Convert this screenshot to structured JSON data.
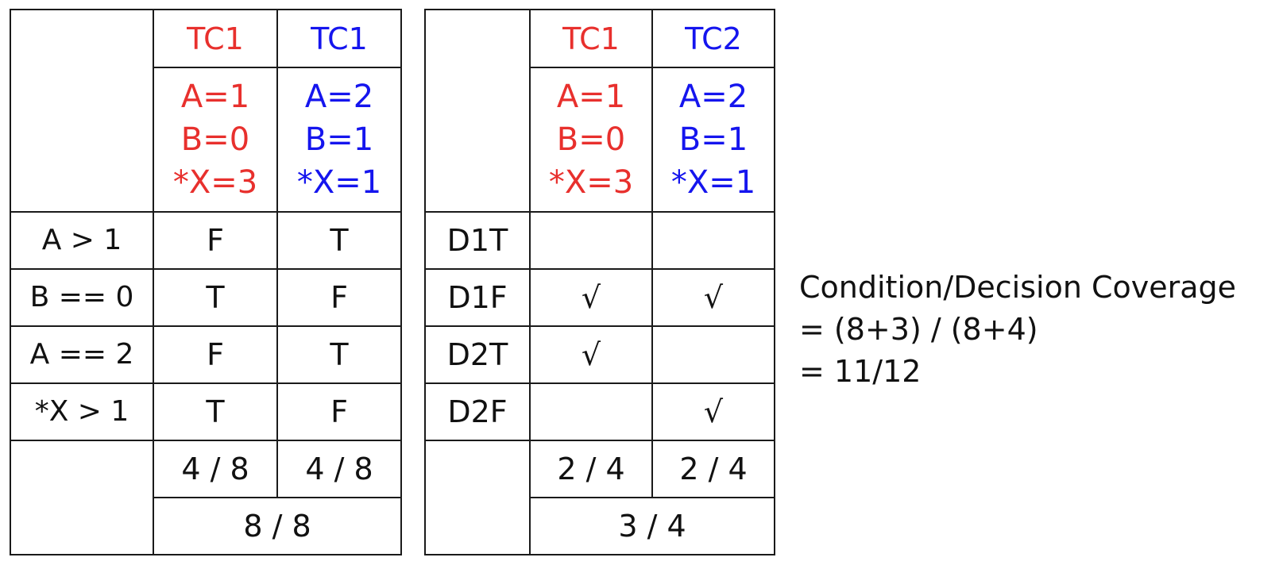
{
  "colors": {
    "tc1": "#e8302d",
    "tc2": "#1515ee"
  },
  "condition_table": {
    "columns": [
      {
        "header": "TC1",
        "inputs": [
          "A=1",
          "B=0",
          "*X=3"
        ],
        "color": "red"
      },
      {
        "header": "TC1",
        "inputs": [
          "A=2",
          "B=1",
          "*X=1"
        ],
        "color": "blue"
      }
    ],
    "rows": [
      {
        "label": "A > 1",
        "values": [
          "F",
          "T"
        ]
      },
      {
        "label": "B == 0",
        "values": [
          "T",
          "F"
        ]
      },
      {
        "label": "A == 2",
        "values": [
          "F",
          "T"
        ]
      },
      {
        "label": "*X > 1",
        "values": [
          "T",
          "F"
        ]
      }
    ],
    "per_case": [
      "4 / 8",
      "4 / 8"
    ],
    "total": "8 / 8"
  },
  "decision_table": {
    "columns": [
      {
        "header": "TC1",
        "inputs": [
          "A=1",
          "B=0",
          "*X=3"
        ],
        "color": "red"
      },
      {
        "header": "TC2",
        "inputs": [
          "A=2",
          "B=1",
          "*X=1"
        ],
        "color": "blue"
      }
    ],
    "rows": [
      {
        "label": "D1T",
        "values": [
          "",
          ""
        ]
      },
      {
        "label": "D1F",
        "values": [
          "√",
          "√"
        ]
      },
      {
        "label": "D2T",
        "values": [
          "√",
          ""
        ]
      },
      {
        "label": "D2F",
        "values": [
          "",
          "√"
        ]
      }
    ],
    "per_case": [
      "2 / 4",
      "2 / 4"
    ],
    "total": "3 / 4"
  },
  "coverage": {
    "title": "Condition/Decision Coverage",
    "formula": "= (8+3) / (8+4)",
    "result": "= 11/12"
  }
}
